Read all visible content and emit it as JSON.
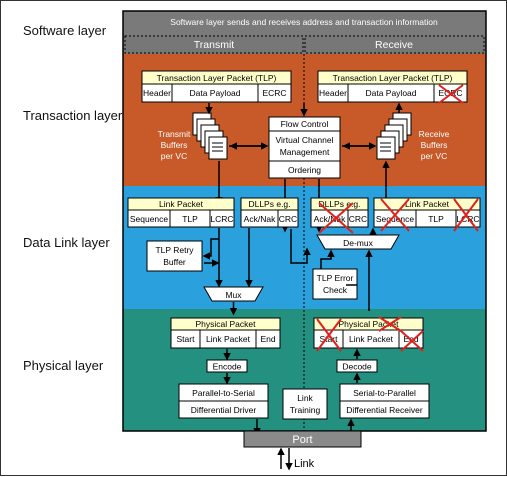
{
  "layer_labels": {
    "software": "Software layer",
    "transaction": "Transaction layer",
    "data_link": "Data Link layer",
    "physical": "Physical layer"
  },
  "software_bar": "Software layer sends and receives address and transaction information",
  "columns": {
    "transmit": "Transmit",
    "receive": "Receive"
  },
  "transaction": {
    "tlp_title": "Transaction Layer Packet (TLP)",
    "fields": [
      "Header",
      "Data Payload",
      "ECRC"
    ],
    "tx_buffers": [
      "Transmit",
      "Buffers",
      "per VC"
    ],
    "rx_buffers": [
      "Receive",
      "Buffers",
      "per VC"
    ],
    "center": [
      "Flow Control",
      "Virtual Channel",
      "Management",
      "Ordering"
    ]
  },
  "data_link": {
    "link_packet": "Link Packet",
    "link_fields": [
      "Sequence",
      "TLP",
      "LCRC"
    ],
    "dllps": "DLLPs e.g.",
    "dllp_fields": [
      "Ack/Nak",
      "CRC"
    ],
    "retry": [
      "TLP Retry",
      "Buffer"
    ],
    "mux": "Mux",
    "demux": "De-mux",
    "error_check": [
      "TLP Error",
      "Check"
    ]
  },
  "physical": {
    "physical_packet": "Physical Packet",
    "fields": [
      "Start",
      "Link Packet",
      "End"
    ],
    "encode": "Encode",
    "decode": "Decode",
    "p2s": "Parallel-to-Serial",
    "driver": "Differential Driver",
    "s2p": "Serial-to-Parallel",
    "receiver": "Differential Receiver",
    "link_training": [
      "Link",
      "Training"
    ],
    "port": "Port",
    "link": "Link"
  },
  "colors": {
    "software": "#7a7a7a",
    "transaction": "#c85a2a",
    "data_link": "#2aa0dc",
    "physical": "#239080",
    "header_bar": "#ffffcc",
    "cross": "#e0201a"
  }
}
